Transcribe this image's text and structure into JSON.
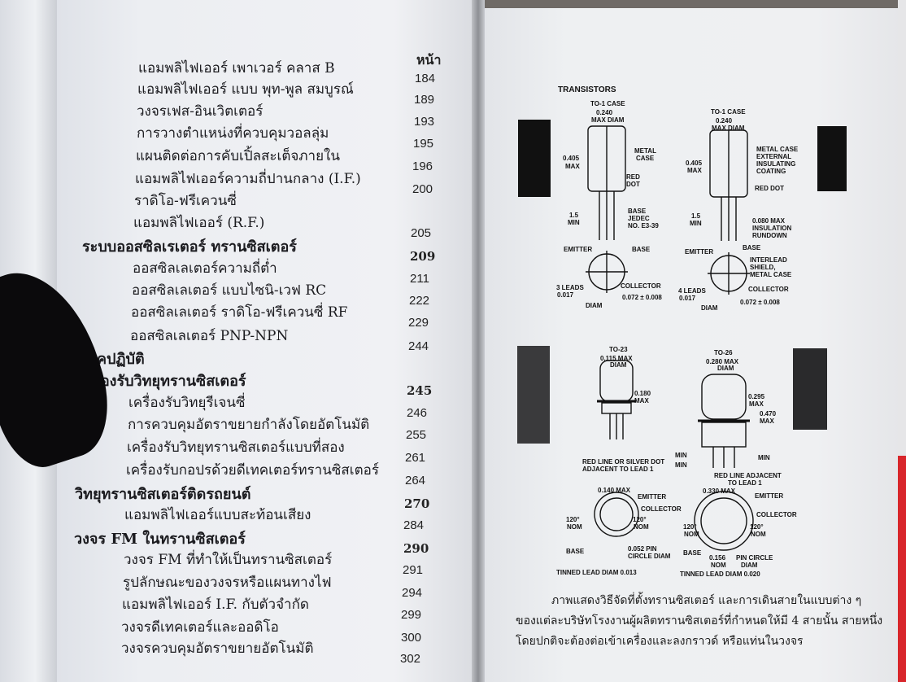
{
  "toc": {
    "page_header": "หน้า",
    "rows": [
      {
        "title": "แอมพลิไฟเออร์ เพาเวอร์ คลาส B",
        "page": "184",
        "level": 2
      },
      {
        "title": "แอมพลิไฟเออร์ แบบ พุท-พูล สมบูรณ์",
        "page": "189",
        "level": 2
      },
      {
        "title": "วงจรเฟส-อินเวิตเตอร์",
        "page": "193",
        "level": 2
      },
      {
        "title": "การวางตำแหน่งที่ควบคุมวอลลุ่ม",
        "page": "195",
        "level": 2
      },
      {
        "title": "แผนติดต่อการคับเปิ้ลสะเต็จภายใน",
        "page": "196",
        "level": 2
      },
      {
        "title": "แอมพลิไฟเออร์ความถี่ปานกลาง (I.F.)",
        "page": "200",
        "level": 2
      },
      {
        "title": "ราดิโอ-ฟรีเควนซี่",
        "page": "",
        "level": 2
      },
      {
        "title": "แอมพลิไฟเออร์ (R.F.)",
        "page": "205",
        "level": 2
      },
      {
        "title": "ระบบออสซิลเรเตอร์ ทรานซิสเตอร์",
        "page": "209",
        "level": 1
      },
      {
        "title": "ออสซิลเลเตอร์ความถี่ต่ำ",
        "page": "211",
        "level": 2
      },
      {
        "title": "ออสซิลเลเตอร์ แบบไซนิ-เวฟ RC",
        "page": "222",
        "level": 2
      },
      {
        "title": "ออสซิลเลเตอร์ ราดิโอ-ฟรีเควนซี่ RF",
        "page": "229",
        "level": 2
      },
      {
        "title": "ออสซิลเลเตอร์ PNP-NPN",
        "page": "244",
        "level": 2
      },
      {
        "title": "ภาคปฏิบัติ",
        "page": "",
        "level": 1
      },
      {
        "title": "เครื่องรับวิทยุทรานซิสเตอร์",
        "page": "245",
        "level": 1
      },
      {
        "title": "เครื่องรับวิทยุรีเจนซี่",
        "page": "246",
        "level": 2
      },
      {
        "title": "การควบคุมอัตราขยายกำลังโดยอัตโนมัติ",
        "page": "255",
        "level": 2
      },
      {
        "title": "เครื่องรับวิทยุทรานซิสเตอร์แบบที่สอง",
        "page": "261",
        "level": 2
      },
      {
        "title": "เครื่องรับกอปรด้วยดีเทคเตอร์ทรานซิสเตอร์",
        "page": "264",
        "level": 2
      },
      {
        "title": "วิทยุทรานซิสเตอร์ติดรถยนต์",
        "page": "270",
        "level": 1
      },
      {
        "title": "แอมพลิไฟเออร์แบบสะท้อนเสียง",
        "page": "284",
        "level": 2
      },
      {
        "title": "วงจร FM ในทรานซิสเตอร์",
        "page": "290",
        "level": 1
      },
      {
        "title": "วงจร FM ที่ทำให้เป็นทรานซิสเตอร์",
        "page": "291",
        "level": 2
      },
      {
        "title": "รูปลักษณะของวงจรหรือแผนทางไฟ",
        "page": "294",
        "level": 2
      },
      {
        "title": "แอมพลิไฟเออร์ I.F. กับตัวจำกัด",
        "page": "299",
        "level": 2
      },
      {
        "title": "วงจรดีเทคเตอร์และออดิโอ",
        "page": "300",
        "level": 2
      },
      {
        "title": "วงจรควบคุมอัตราขยายอัตโนมัติ",
        "page": "302",
        "level": 2
      }
    ]
  },
  "figure": {
    "title": "TRANSISTORS",
    "to1a": {
      "case": "TO-1 CASE",
      "diam": "0.240",
      "diam2": "MAX DIAM",
      "height": "0.405",
      "height2": "MAX",
      "metal": "METAL",
      "metal2": "CASE",
      "red": "RED",
      "red2": "DOT",
      "lead": "1.5",
      "lead2": "MIN",
      "base1": "BASE",
      "base2": "JEDEC",
      "base3": "NO. E3-39",
      "emitter": "EMITTER",
      "basepin": "BASE",
      "collector": "COLLECTOR",
      "leads": "3 LEADS",
      "leads2": "0.017",
      "spacing": "0.072 ± 0.008",
      "diamlbl": "DIAM"
    },
    "to1b": {
      "case": "TO-1 CASE",
      "diam": "0.240",
      "diam2": "MAX DIAM",
      "height": "0.405",
      "height2": "MAX",
      "metal": "METAL CASE",
      "metal2": "EXTERNAL",
      "metal3": "INSULATING",
      "metal4": "COATING",
      "red": "RED DOT",
      "lead": "1.5",
      "lead2": "MIN",
      "ins1": "0.080 MAX",
      "ins2": "INSULATION",
      "ins3": "RUNDOWN",
      "emitter": "EMITTER",
      "basepin": "BASE",
      "shield1": "INTERLEAD",
      "shield2": "SHIELD,",
      "shield3": "METAL CASE",
      "collector": "COLLECTOR",
      "leads": "4 LEADS",
      "leads2": "0.017",
      "spacing": "0.072 ± 0.008",
      "diamlbl": "DIAM"
    },
    "to23": {
      "case": "TO-23",
      "diam": "0.115 MAX",
      "diam2": "DIAM",
      "height": "0.180",
      "height2": "MAX",
      "note1": "RED LINE OR SILVER DOT",
      "note2": "ADJACENT TO LEAD 1",
      "top": "0.140 MAX",
      "emitter": "EMITTER",
      "collector": "COLLECTOR",
      "angle": "120°",
      "nom": "NOM",
      "base": "BASE",
      "pin1": "0.052 PIN",
      "pin2": "CIRCLE DIAM",
      "tinned": "TINNED LEAD DIAM 0.013"
    },
    "to26": {
      "case": "TO-26",
      "diam": "0.280 MAX",
      "diam2": "DIAM",
      "h1": "0.295",
      "h1b": "MAX",
      "h2": "0.470",
      "h2b": "MAX",
      "min": "MIN",
      "note1": "RED LINE ADJACENT",
      "note2": "TO LEAD 1",
      "top": "0.330 MAX",
      "emitter": "EMITTER",
      "collector": "COLLECTOR",
      "angle": "120°",
      "nom": "NOM",
      "base": "BASE",
      "pc1": "0.156",
      "pc2": "NOM",
      "pin1": "PIN CIRCLE",
      "pin2": "DIAM",
      "tinned": "TINNED LEAD DIAM 0.020"
    }
  },
  "caption": [
    "ภาพแสดงวิธีจัดที่ตั้งทรานซิสเตอร์  และการเดินสายในแบบต่าง ๆ",
    "ของแต่ละบริษัทโรงงานผู้ผลิตทรานซิสเตอร์ที่กำหนดให้มี 4 สายนั้น สายหนึ่ง",
    "โดยปกติจะต้องต่อเข้าเครื่องและลงกราวด์ หรือแท่นในวงจร"
  ],
  "colors": {
    "paper": "#eceef2",
    "ink": "#1b1b1f",
    "red_edge": "#d8262b"
  }
}
